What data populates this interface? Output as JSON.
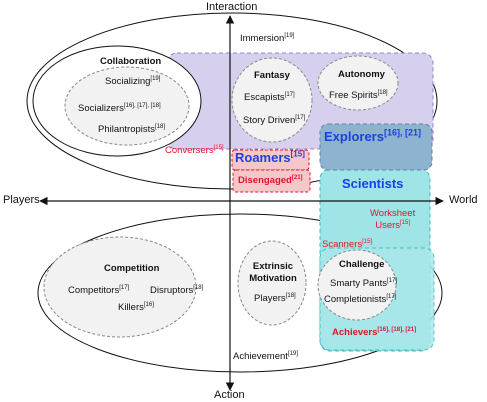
{
  "axes": {
    "top": "Interaction",
    "bottom": "Action",
    "left": "Players",
    "right": "World"
  },
  "regions": {
    "immersion": {
      "label": "Immersion",
      "ref": "[19]"
    },
    "achievement": {
      "label": "Achievement",
      "ref": "[19]"
    },
    "collaboration": {
      "title": "Collaboration"
    },
    "socializing": {
      "label": "Socializing",
      "ref": "[19]"
    },
    "socializers": {
      "label": "Socializers",
      "ref": "[16], [17], [18]"
    },
    "philantropists": {
      "label": "Philantropists",
      "ref": "[18]"
    },
    "fantasy": {
      "title": "Fantasy"
    },
    "escapists": {
      "label": "Escapists",
      "ref": "[17]"
    },
    "story_driven": {
      "label": "Story Driven",
      "ref": "[17]"
    },
    "autonomy": {
      "title": "Autonomy"
    },
    "free_spirits": {
      "label": "Free Spirits",
      "ref": "[18]"
    },
    "conversers": {
      "label": "Conversers",
      "ref": "[15]"
    },
    "roamers": {
      "label": "Roamers",
      "ref": "[15]"
    },
    "disengaged": {
      "label": "Disengaged",
      "ref": "[21]"
    },
    "explorers": {
      "label": "Explorers",
      "ref": "[16], [21]"
    },
    "scientists": {
      "label": "Scientists"
    },
    "worksheet_users": {
      "label1": "Worksheet",
      "label2": "Users",
      "ref": "[15]"
    },
    "scanners": {
      "label": "Scanners",
      "ref": "[15]"
    },
    "challenge": {
      "title": "Challenge"
    },
    "smarty_pants": {
      "label": "Smarty Pants",
      "ref": "[17]"
    },
    "completionists": {
      "label": "Completionists",
      "ref": "[17]"
    },
    "achievers": {
      "label": "Achievers",
      "ref": "[16], [18], [21]"
    },
    "competition": {
      "title": "Competition"
    },
    "competitors": {
      "label": "Competitors",
      "ref": "[17]"
    },
    "disruptors": {
      "label": "Disruptors",
      "ref": "[18]"
    },
    "killers": {
      "label": "Killers",
      "ref": "[16]"
    },
    "extrinsic": {
      "title1": "Extrinsic",
      "title2": "Motivation"
    },
    "players_ext": {
      "label": "Players",
      "ref": "[18]"
    }
  },
  "colors": {
    "purple_fill": "#d6d0ee",
    "cyan_fill": "#9fe4e6",
    "explorers_fill": "#8db3cf",
    "pink_fill": "#f6c7c9",
    "red": "#e0142b",
    "blue": "#1d3fe0"
  }
}
